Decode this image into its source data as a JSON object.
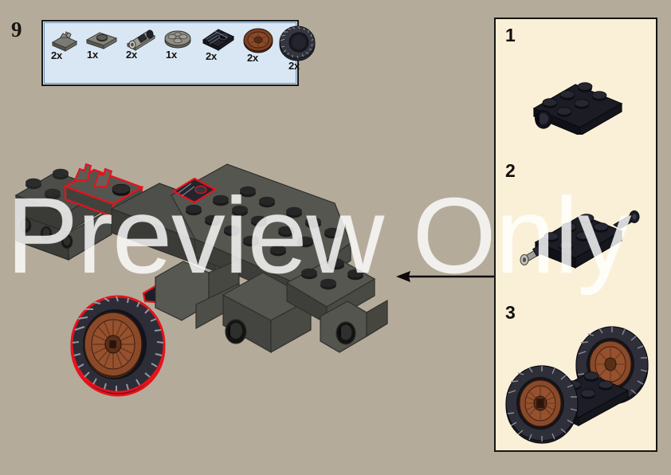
{
  "page": {
    "background_color": "#b5ab9b",
    "watermark_text": "Preview Only",
    "watermark_color": "#ffffff"
  },
  "step": {
    "number": "9"
  },
  "parts_list": {
    "panel_color": "#d9e7f5",
    "border_color": "#1b1a16",
    "items": [
      {
        "name": "clip-plate-1x1",
        "qty": "2x",
        "color": "#6e6e68"
      },
      {
        "name": "plate-1x2",
        "qty": "1x",
        "color": "#7d7d77"
      },
      {
        "name": "axle-pin-connector",
        "qty": "2x",
        "color": "#9a9a93"
      },
      {
        "name": "round-plate-2x2",
        "qty": "1x",
        "color": "#8a8a83"
      },
      {
        "name": "windscreen-slope-2x2",
        "qty": "2x",
        "color": "#1b1c26"
      },
      {
        "name": "wheel-hub",
        "qty": "2x",
        "color": "#7a3f24"
      },
      {
        "name": "tire",
        "qty": "2x",
        "color": "#22232c"
      }
    ]
  },
  "sub_assembly": {
    "panel_color": "#faf0d7",
    "border_color": "#16150f",
    "steps": [
      {
        "number": "1",
        "name": "plate-2x4-with-pinholes"
      },
      {
        "number": "2",
        "name": "plate-with-axles"
      },
      {
        "number": "3",
        "name": "wheel-axle-assembly"
      }
    ]
  },
  "main_model": {
    "name": "vehicle-chassis",
    "highlight_color": "#e8121a"
  },
  "arrow": {
    "name": "assembly-direction-arrow",
    "direction": "left",
    "color": "#0c0b07"
  }
}
